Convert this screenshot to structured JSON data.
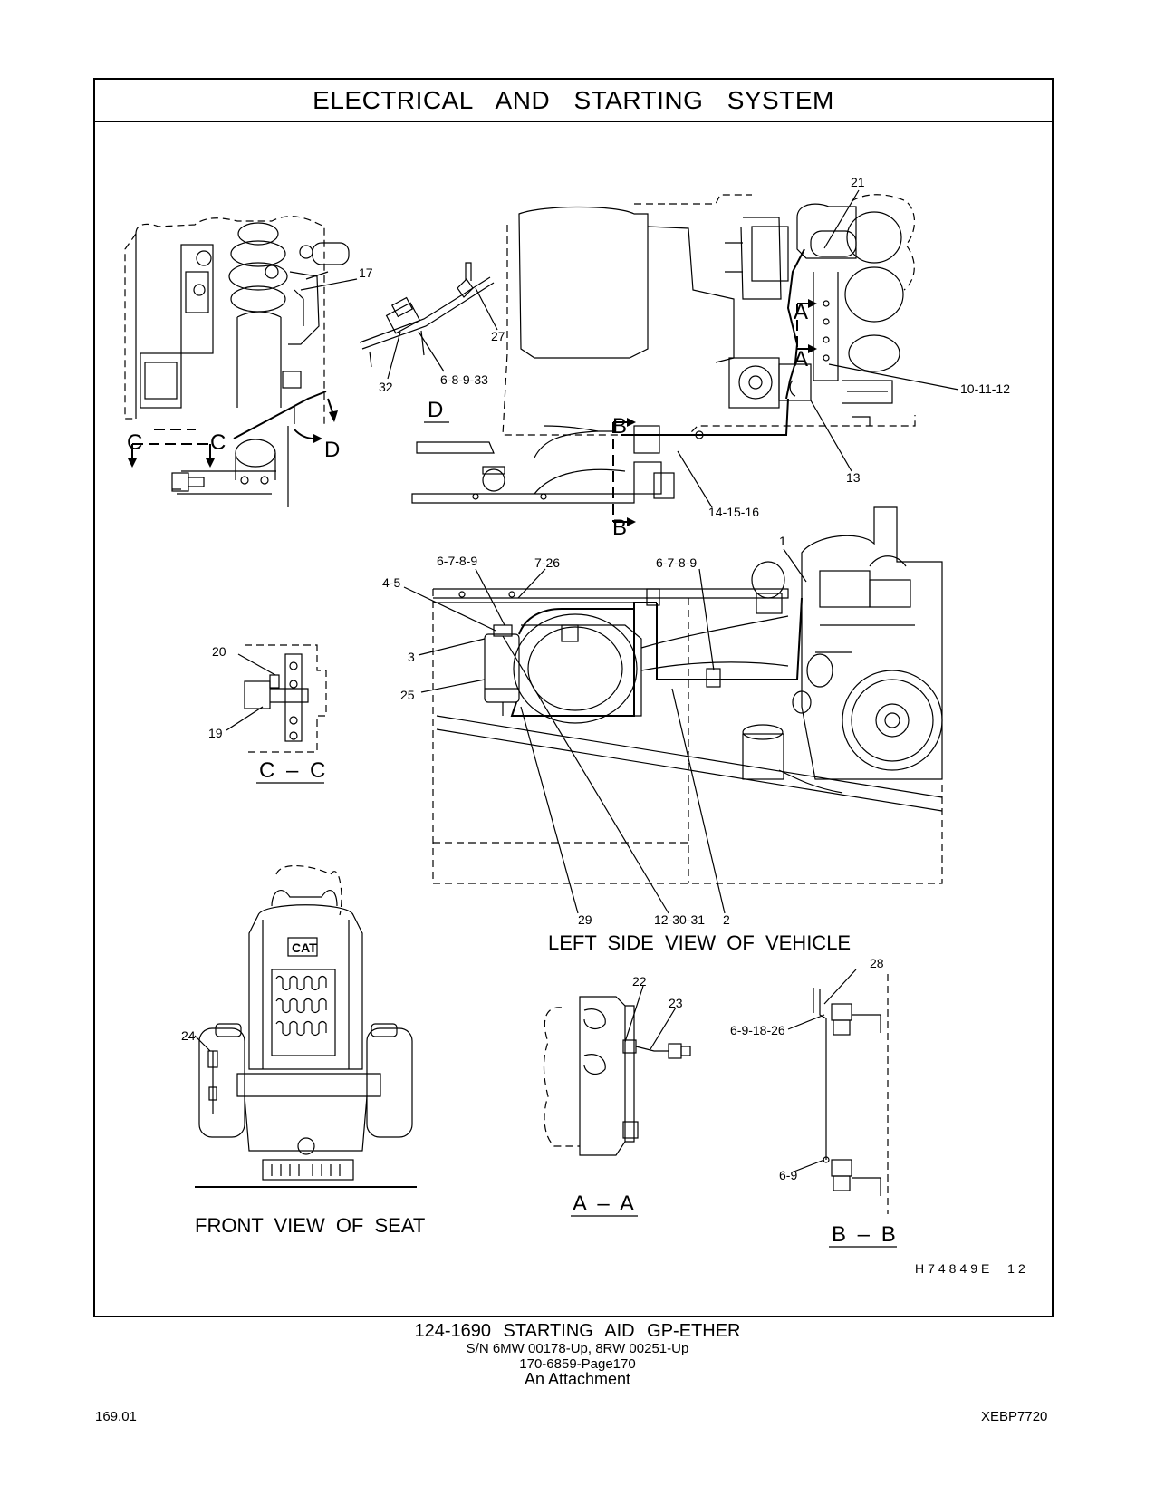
{
  "title": "ELECTRICAL AND STARTING SYSTEM",
  "callouts": {
    "c21": "21",
    "c17": "17",
    "c27": "27",
    "c32": "32",
    "c6_8_9_33": "6-8-9-33",
    "c10_11_12": "10-11-12",
    "c13": "13",
    "c14_15_16": "14-15-16",
    "c1": "1",
    "c6_7_8_9_a": "6-7-8-9",
    "c7_26": "7-26",
    "c6_7_8_9_b": "6-7-8-9",
    "c4_5": "4-5",
    "c3": "3",
    "c25": "25",
    "c20": "20",
    "c19": "19",
    "c29": "29",
    "c12_30_31": "12-30-31",
    "c2": "2",
    "c28": "28",
    "c22": "22",
    "c23": "23",
    "c6_9_18_26": "6-9-18-26",
    "c6_9": "6-9",
    "c24": "24"
  },
  "section_letters": {
    "a1": "A",
    "a2": "A",
    "b1": "B",
    "b2": "B",
    "c1": "C",
    "c2": "C",
    "d1": "D",
    "d2": "D",
    "seat_logo": "CAT"
  },
  "views": {
    "cc": "C – C",
    "d": "D",
    "aa": "A – A",
    "bb": "B – B",
    "left_side": "LEFT SIDE VIEW OF VEHICLE",
    "front_seat": "FRONT VIEW OF SEAT"
  },
  "illustration_code": "H74849E  12",
  "footer": {
    "part": "124-1690 STARTING AID GP-ETHER",
    "serial": "S/N 6MW 00178-Up, 8RW 00251-Up",
    "page_ref": "170-6859-Page170",
    "attachment": "An Attachment"
  },
  "page_number": "169.01",
  "doc_number": "XEBP7720"
}
